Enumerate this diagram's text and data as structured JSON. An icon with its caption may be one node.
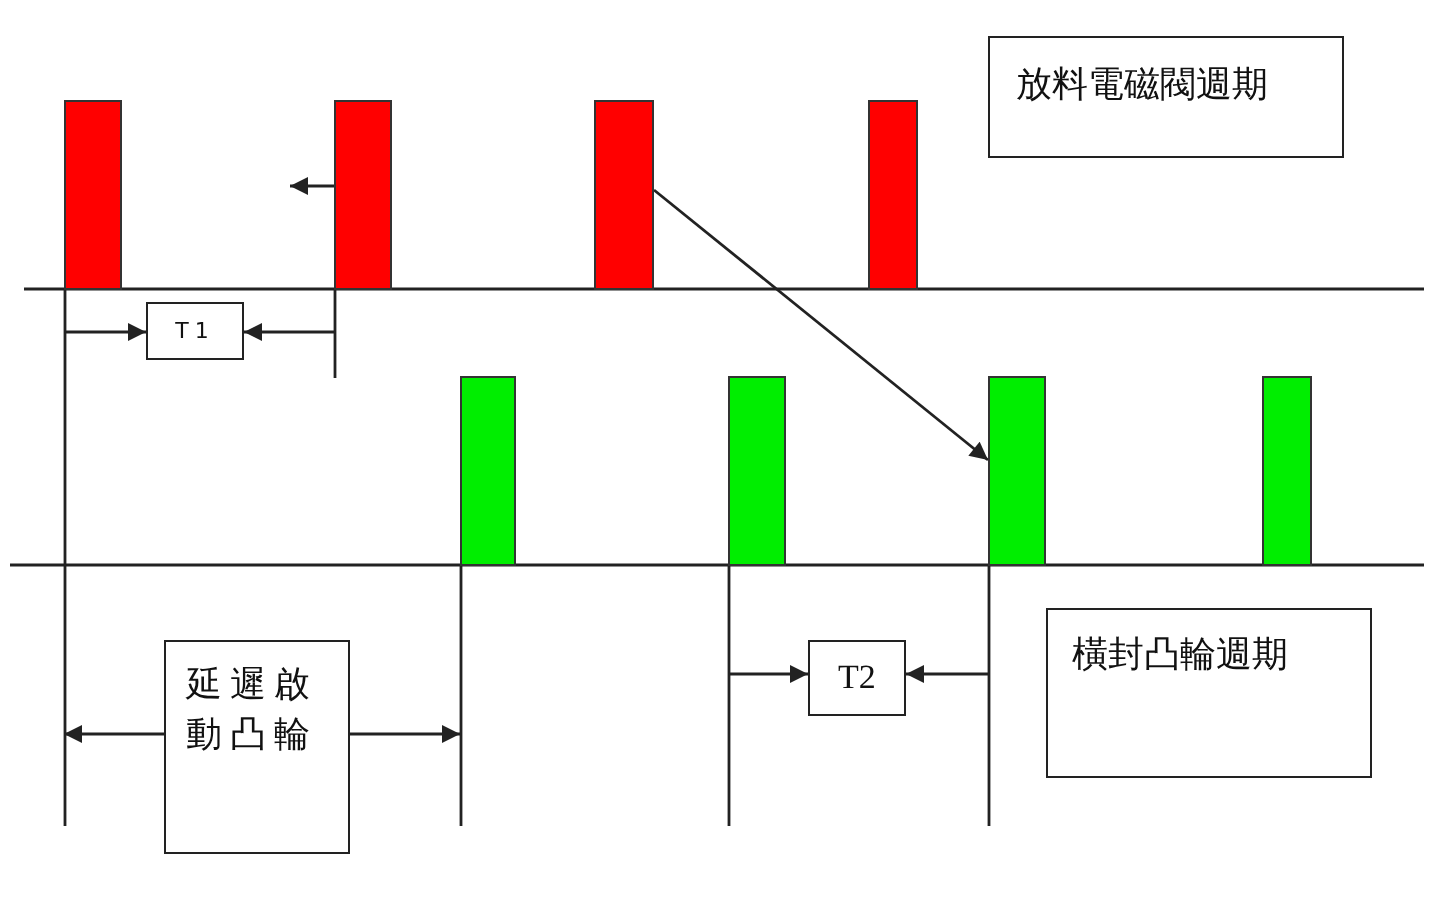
{
  "diagram": {
    "nodes": [
      {
        "text": [
          "放料電磁閥週期"
        ]
      },
      {
        "text": [],
        "shape": "bar"
      },
      {
        "text": [],
        "shape": "bar"
      },
      {
        "text": [],
        "shape": "bar"
      },
      {
        "text": [],
        "shape": "bar"
      },
      {
        "text": [
          "T1"
        ]
      },
      {
        "text": [],
        "shape": "bar"
      },
      {
        "text": [],
        "shape": "bar"
      },
      {
        "text": [],
        "shape": "bar"
      },
      {
        "text": [],
        "shape": "bar"
      },
      {
        "text": [
          "延遲啟動凸輪"
        ]
      },
      {
        "text": [
          "T2"
        ]
      },
      {
        "text": [
          "橫封凸輪週期"
        ]
      }
    ],
    "edges": [
      {
        "from": 2,
        "to": null,
        "arrow": "to"
      },
      {
        "from": 3,
        "to": 8,
        "arrow": "to"
      },
      {
        "from": null,
        "to": 5,
        "arrow": "to"
      },
      {
        "from": null,
        "to": 5,
        "arrow": "to"
      },
      {
        "from": 10,
        "to": null,
        "arrow": "to"
      },
      {
        "from": 10,
        "to": null,
        "arrow": "to"
      },
      {
        "from": null,
        "to": 11,
        "arrow": "to"
      },
      {
        "from": null,
        "to": 11,
        "arrow": "to"
      }
    ]
  }
}
